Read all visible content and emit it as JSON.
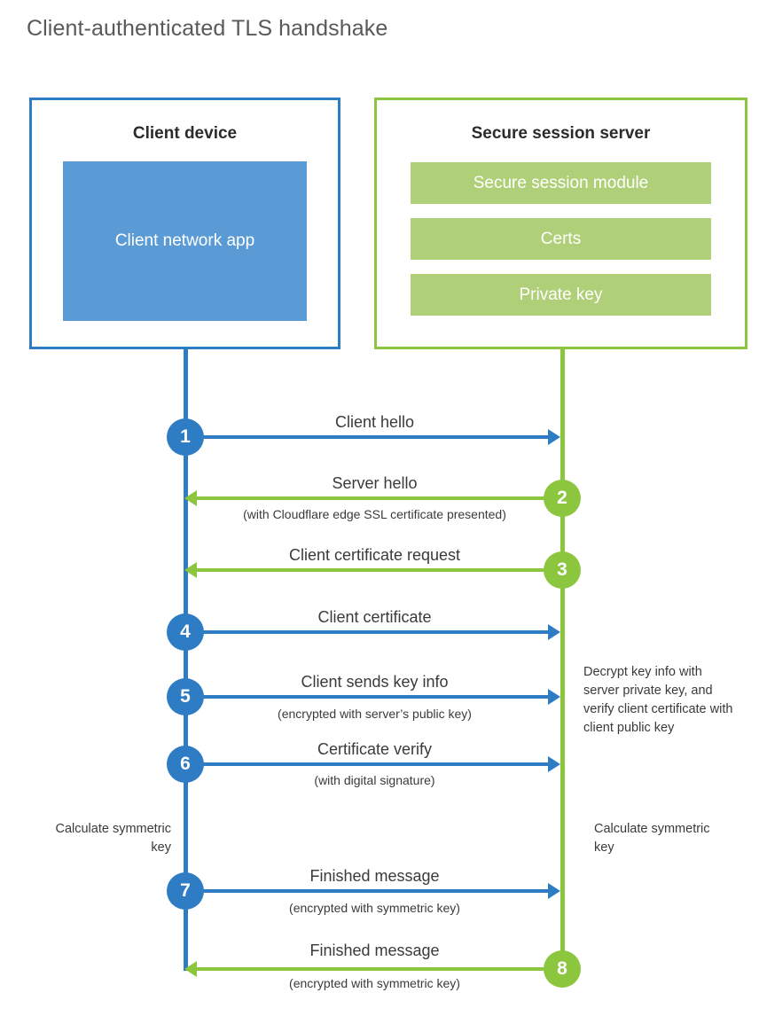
{
  "title": "Client-authenticated TLS handshake",
  "colors": {
    "client_accent": "#2e7cc4",
    "server_accent": "#8cc63f",
    "client_app_fill": "#5b9bd5",
    "server_bar_fill": "#afd078",
    "title_text": "#58595b",
    "body_text": "#3a3a3a"
  },
  "participants": {
    "client": {
      "title": "Client device",
      "app_label": "Client network app"
    },
    "server": {
      "title": "Secure session server",
      "components": [
        "Secure session module",
        "Certs",
        "Private key"
      ]
    }
  },
  "steps": [
    {
      "number": "1",
      "label": "Client hello",
      "sublabel": "",
      "direction": "client-to-server"
    },
    {
      "number": "2",
      "label": "Server hello",
      "sublabel": "(with Cloudflare edge SSL certificate presented)",
      "direction": "server-to-client"
    },
    {
      "number": "3",
      "label": "Client certificate request",
      "sublabel": "",
      "direction": "server-to-client"
    },
    {
      "number": "4",
      "label": "Client certificate",
      "sublabel": "",
      "direction": "client-to-server"
    },
    {
      "number": "5",
      "label": "Client sends key info",
      "sublabel": "(encrypted with server’s public key)",
      "direction": "client-to-server"
    },
    {
      "number": "6",
      "label": "Certificate verify",
      "sublabel": "(with digital signature)",
      "direction": "client-to-server"
    },
    {
      "number": "7",
      "label": "Finished message",
      "sublabel": "(encrypted with symmetric key)",
      "direction": "client-to-server"
    },
    {
      "number": "8",
      "label": "Finished message",
      "sublabel": "(encrypted with symmetric key)",
      "direction": "server-to-client"
    }
  ],
  "notes": {
    "server_decrypt": "Decrypt key info with server private key, and verify client certificate with client public key",
    "client_calculate": "Calculate symmetric key",
    "server_calculate": "Calculate symmetric key"
  }
}
